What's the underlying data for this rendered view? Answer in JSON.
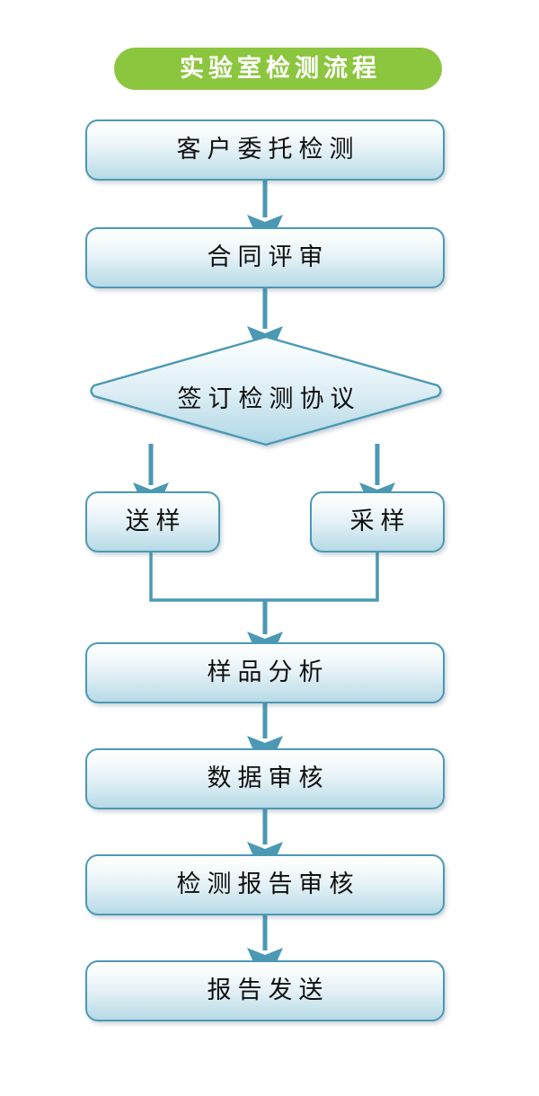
{
  "diagram": {
    "title": "实验室检测流程",
    "title_color": "#8cc63f",
    "accent_color": "#4b99b4",
    "node_fill_top": "#ffffff",
    "node_fill_bottom": "#b6d9e6",
    "text_color": "#101010",
    "background": "#ffffff",
    "type": "flowchart",
    "nodes": [
      {
        "id": "entrust",
        "label": "客户委托检测",
        "shape": "rounded-rect"
      },
      {
        "id": "contract",
        "label": "合同评审",
        "shape": "rounded-rect"
      },
      {
        "id": "agreement",
        "label": "签订检测协议",
        "shape": "diamond"
      },
      {
        "id": "send-sample",
        "label": "送样",
        "shape": "rounded-rect"
      },
      {
        "id": "collect-sample",
        "label": "采样",
        "shape": "rounded-rect"
      },
      {
        "id": "analysis",
        "label": "样品分析",
        "shape": "rounded-rect"
      },
      {
        "id": "data-review",
        "label": "数据审核",
        "shape": "rounded-rect"
      },
      {
        "id": "report-review",
        "label": "检测报告审核",
        "shape": "rounded-rect"
      },
      {
        "id": "report-send",
        "label": "报告发送",
        "shape": "rounded-rect"
      }
    ],
    "edges": [
      {
        "from": "entrust",
        "to": "contract",
        "style": "arrow-down"
      },
      {
        "from": "contract",
        "to": "agreement",
        "style": "arrow-down"
      },
      {
        "from": "agreement",
        "to": "send-sample",
        "style": "arrow-down-left-branch"
      },
      {
        "from": "agreement",
        "to": "collect-sample",
        "style": "arrow-down-right-branch"
      },
      {
        "from": "send-sample",
        "to": "analysis",
        "style": "merge-elbow"
      },
      {
        "from": "collect-sample",
        "to": "analysis",
        "style": "merge-elbow"
      },
      {
        "from": "analysis",
        "to": "data-review",
        "style": "arrow-down"
      },
      {
        "from": "data-review",
        "to": "report-review",
        "style": "arrow-down"
      },
      {
        "from": "report-review",
        "to": "report-send",
        "style": "arrow-down"
      }
    ]
  }
}
